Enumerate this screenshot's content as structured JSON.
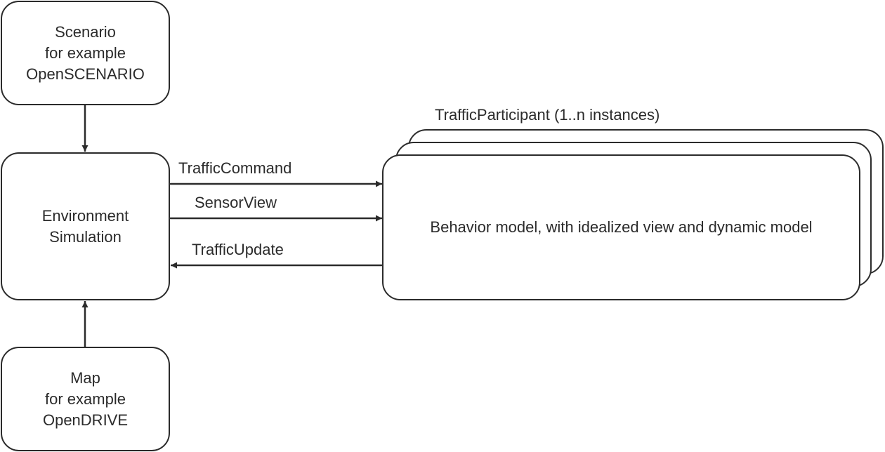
{
  "nodes": {
    "scenario": {
      "lines": [
        "Scenario",
        "for example",
        "OpenSCENARIO"
      ]
    },
    "environment": {
      "lines": [
        "Environment",
        "Simulation"
      ]
    },
    "map": {
      "lines": [
        "Map",
        "for example",
        "OpenDRIVE"
      ]
    },
    "behavior": {
      "text": "Behavior model, with idealized view and dynamic model"
    }
  },
  "group_label": "TrafficParticipant (1..n instances)",
  "edges": {
    "traffic_command": "TrafficCommand",
    "sensor_view": "SensorView",
    "traffic_update": "TrafficUpdate"
  },
  "colors": {
    "stroke": "#2b2b2b",
    "background": "#ffffff"
  }
}
